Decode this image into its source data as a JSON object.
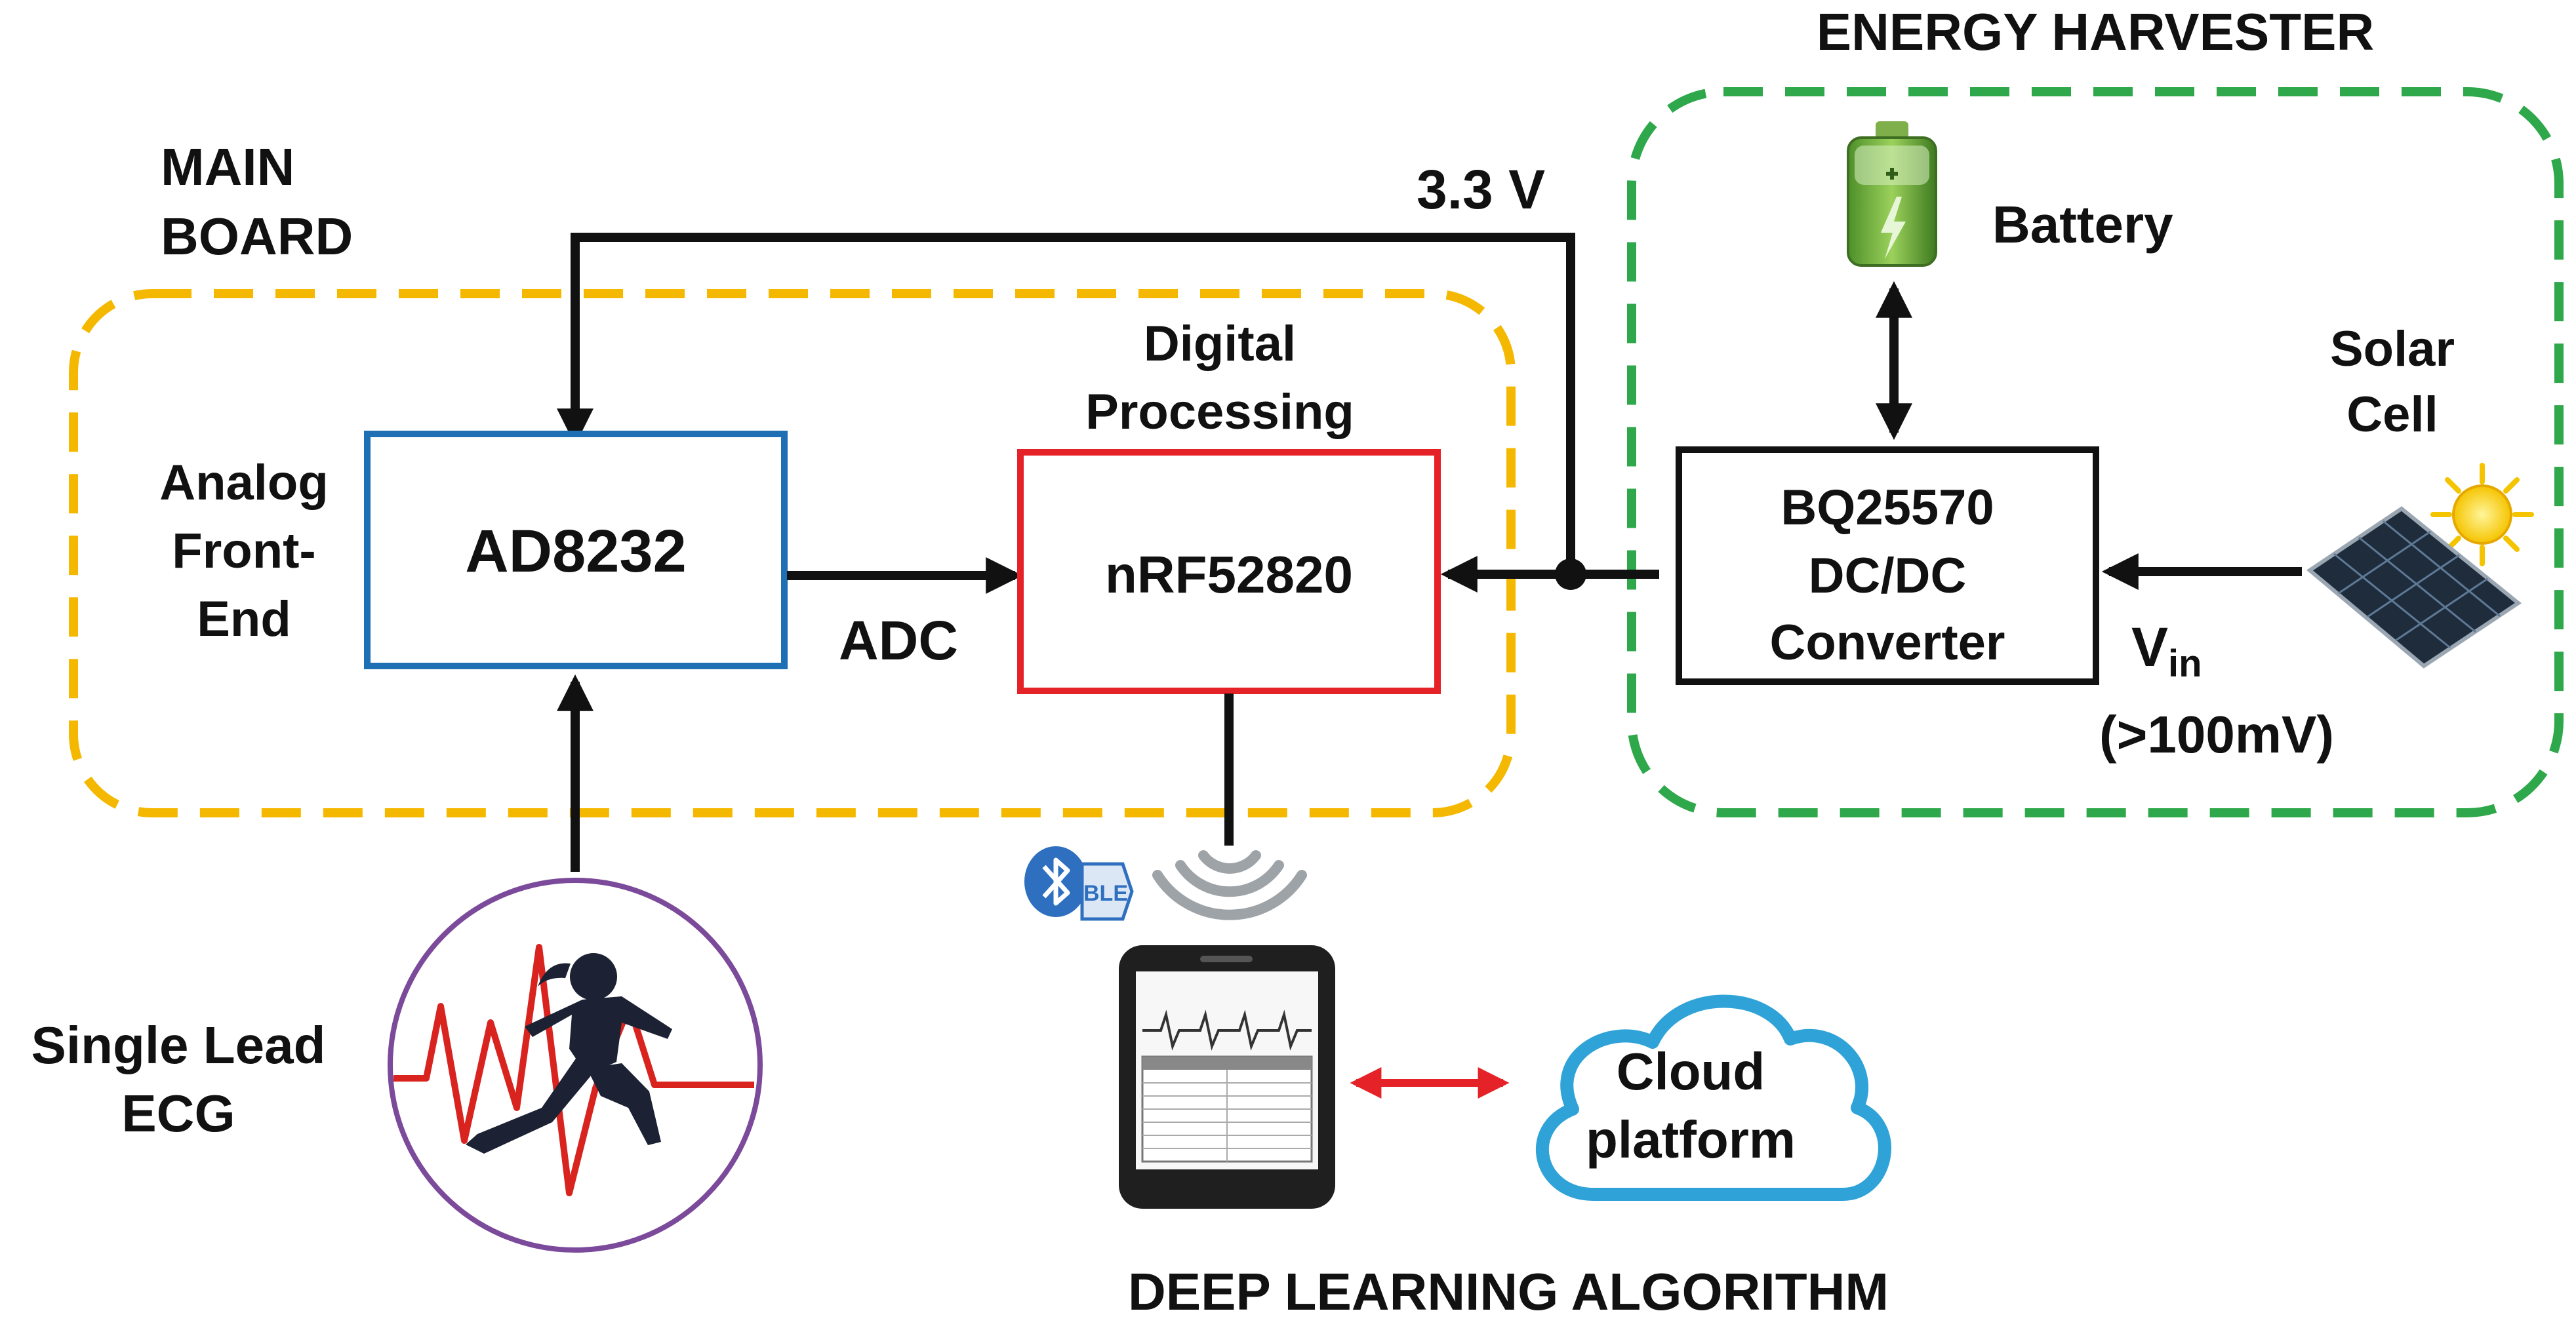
{
  "energy_harvester": {
    "title": "ENERGY HARVESTER",
    "battery_label": "Battery",
    "solar_label_line1": "Solar",
    "solar_label_line2": "Cell"
  },
  "main_board": {
    "title_line1": "MAIN",
    "title_line2": "BOARD"
  },
  "analog_front_end": {
    "label_line1": "Analog",
    "label_line2": "Front-",
    "label_line3": "End",
    "chip": "AD8232"
  },
  "digital_processing": {
    "label_line1": "Digital",
    "label_line2": "Processing",
    "chip": "nRF52820"
  },
  "converter": {
    "line1": "BQ25570",
    "line2": "DC/DC",
    "line3": "Converter"
  },
  "signals": {
    "supply_voltage": "3.3 V",
    "adc": "ADC",
    "vin_main": "V",
    "vin_sub": "in",
    "vin_note": "(>100mV)"
  },
  "ecg": {
    "label_line1": "Single Lead",
    "label_line2": "ECG"
  },
  "wireless": {
    "ble_badge": "BLE"
  },
  "cloud": {
    "label_line1": "Cloud",
    "label_line2": "platform"
  },
  "footer": {
    "title": "DEEP LEARNING ALGORITHM"
  },
  "colors": {
    "main_board_outline": "#F5B800",
    "harvester_outline": "#2EA84A",
    "afe_box": "#1F6FB5",
    "dsp_box": "#E52228",
    "cloud": "#2FA3D8",
    "ecg_trace": "#D9231F",
    "ecg_circle": "#7B4A9A",
    "bidirectional_arrow": "#E52228"
  }
}
